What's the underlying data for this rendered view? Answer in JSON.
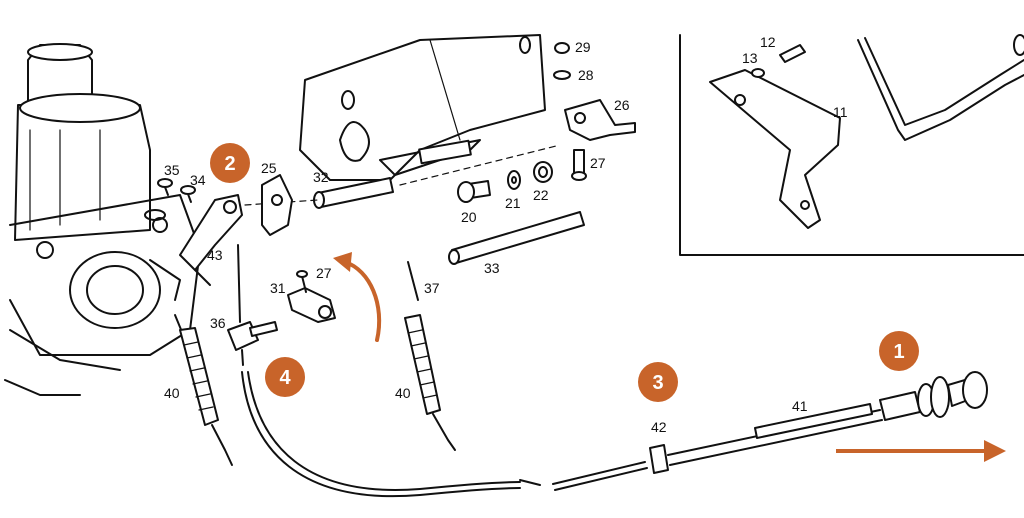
{
  "colors": {
    "accent": "#c8642a",
    "ink": "#111111",
    "background": "#ffffff"
  },
  "parts": {
    "p11": "11",
    "p12": "12",
    "p13": "13",
    "p20": "20",
    "p21": "21",
    "p22": "22",
    "p25": "25",
    "p26": "26",
    "p27a": "27",
    "p27b": "27",
    "p28": "28",
    "p29": "29",
    "p31": "31",
    "p32": "32",
    "p33": "33",
    "p34": "34",
    "p35": "35",
    "p36": "36",
    "p37": "37",
    "p40a": "40",
    "p40b": "40",
    "p41": "41",
    "p42": "42",
    "p43": "43"
  },
  "steps": [
    "1",
    "2",
    "3",
    "4"
  ]
}
